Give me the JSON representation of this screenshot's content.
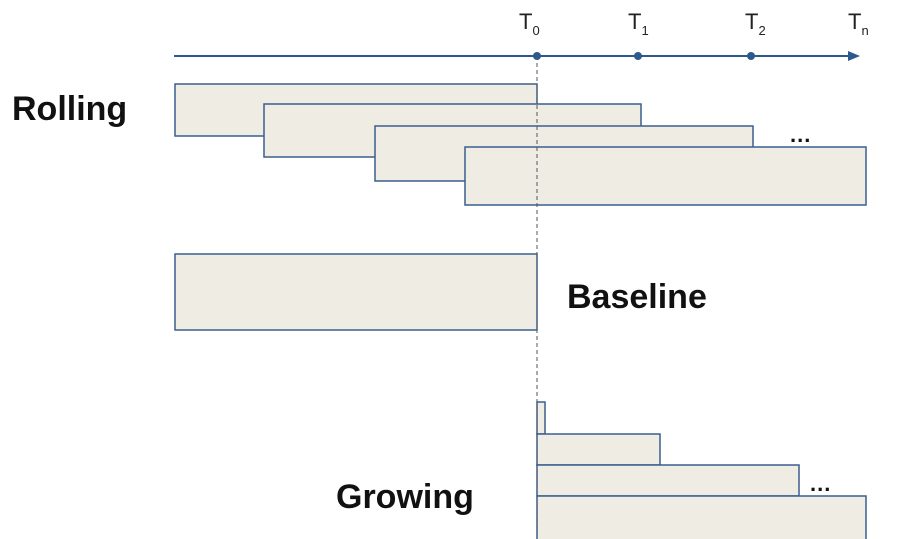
{
  "timeline": {
    "ticks": [
      {
        "main": "T",
        "sub": "0"
      },
      {
        "main": "T",
        "sub": "1"
      },
      {
        "main": "T",
        "sub": "2"
      },
      {
        "main": "T",
        "sub": "n"
      }
    ],
    "axis_color": "#2d5a8c"
  },
  "sections": {
    "rolling": "Rolling",
    "baseline": "Baseline",
    "growing": "Growing"
  },
  "ellipsis": {
    "rolling": "...",
    "growing": "..."
  },
  "colors": {
    "window_fill": "#efede3",
    "window_stroke": "#3a5f8f",
    "axis": "#2d5a8c",
    "divider": "#555555"
  }
}
